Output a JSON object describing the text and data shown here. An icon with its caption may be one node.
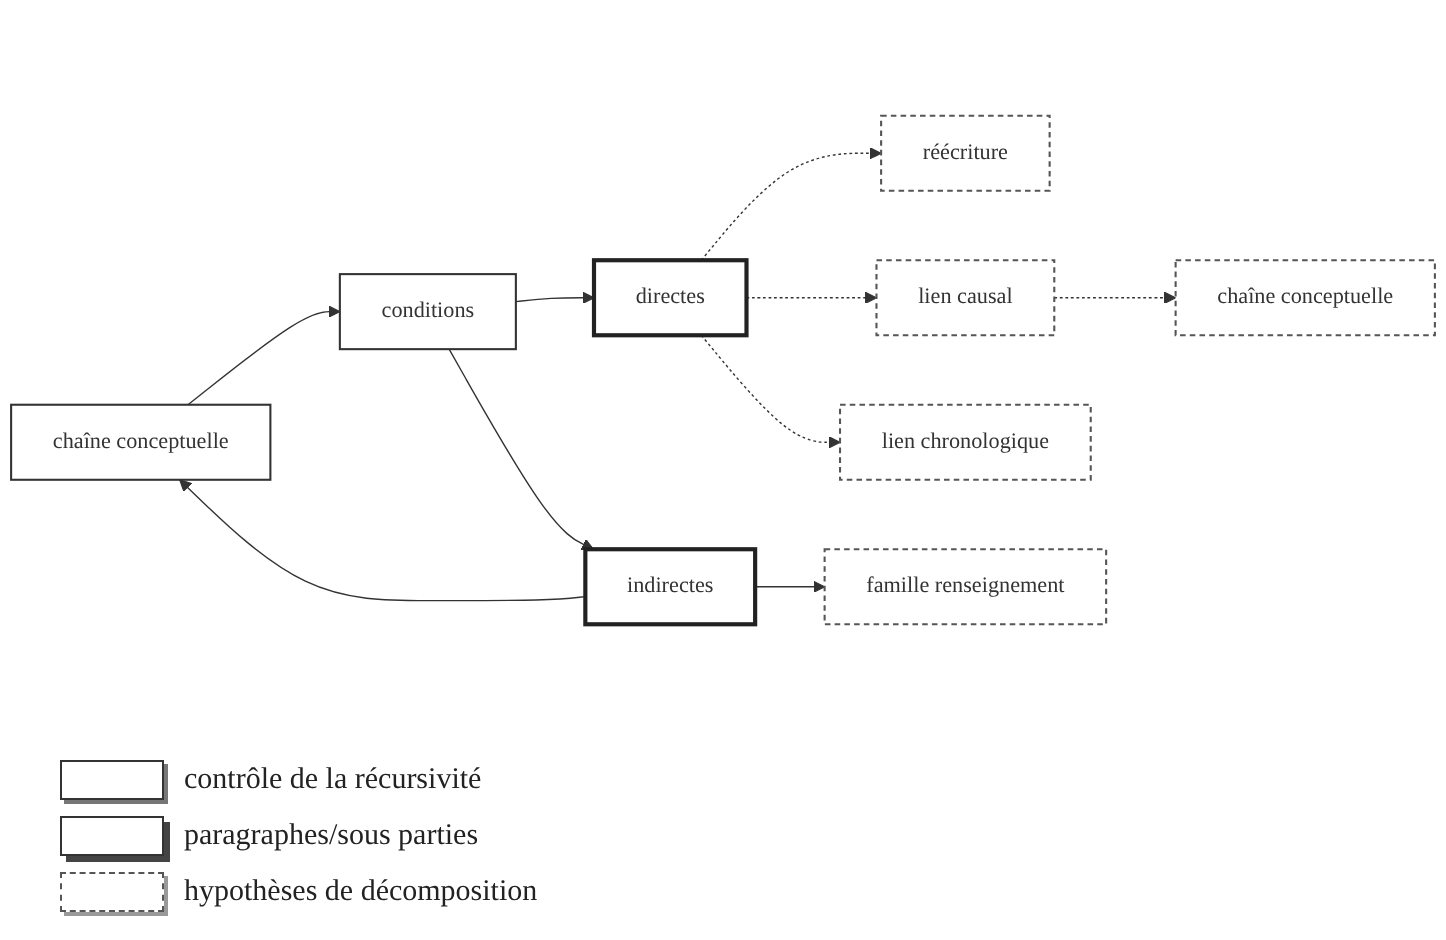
{
  "diagram": {
    "nodes": [
      {
        "text": [
          "chaîne conceptuelle"
        ]
      },
      {
        "text": [
          "conditions"
        ]
      },
      {
        "text": [
          "directes"
        ]
      },
      {
        "text": [
          "indirectes"
        ]
      },
      {
        "text": [
          "réécriture"
        ]
      },
      {
        "text": [
          "lien causal"
        ]
      },
      {
        "text": [
          "lien chronologique"
        ]
      },
      {
        "text": [
          "famille renseignement"
        ]
      },
      {
        "text": [
          "chaîne conceptuelle"
        ]
      }
    ],
    "edges": [
      {
        "from": 0,
        "to": 1,
        "arrow": "to"
      },
      {
        "from": 1,
        "to": 2,
        "arrow": "to"
      },
      {
        "from": 1,
        "to": 3,
        "arrow": "to"
      },
      {
        "from": 2,
        "to": 4,
        "arrow": "to",
        "style": "dashed"
      },
      {
        "from": 2,
        "to": 5,
        "arrow": "to",
        "style": "dashed"
      },
      {
        "from": 2,
        "to": 6,
        "arrow": "to",
        "style": "dashed"
      },
      {
        "from": 3,
        "to": 7,
        "arrow": "to"
      },
      {
        "from": 5,
        "to": 8,
        "arrow": "to",
        "style": "dashed"
      },
      {
        "from": 3,
        "to": 0,
        "arrow": "to"
      }
    ],
    "legend": [
      {
        "text": "contrôle de la récursivité"
      },
      {
        "text": "paragraphes/sous parties"
      },
      {
        "text": "hypothèses de décomposition"
      }
    ]
  }
}
